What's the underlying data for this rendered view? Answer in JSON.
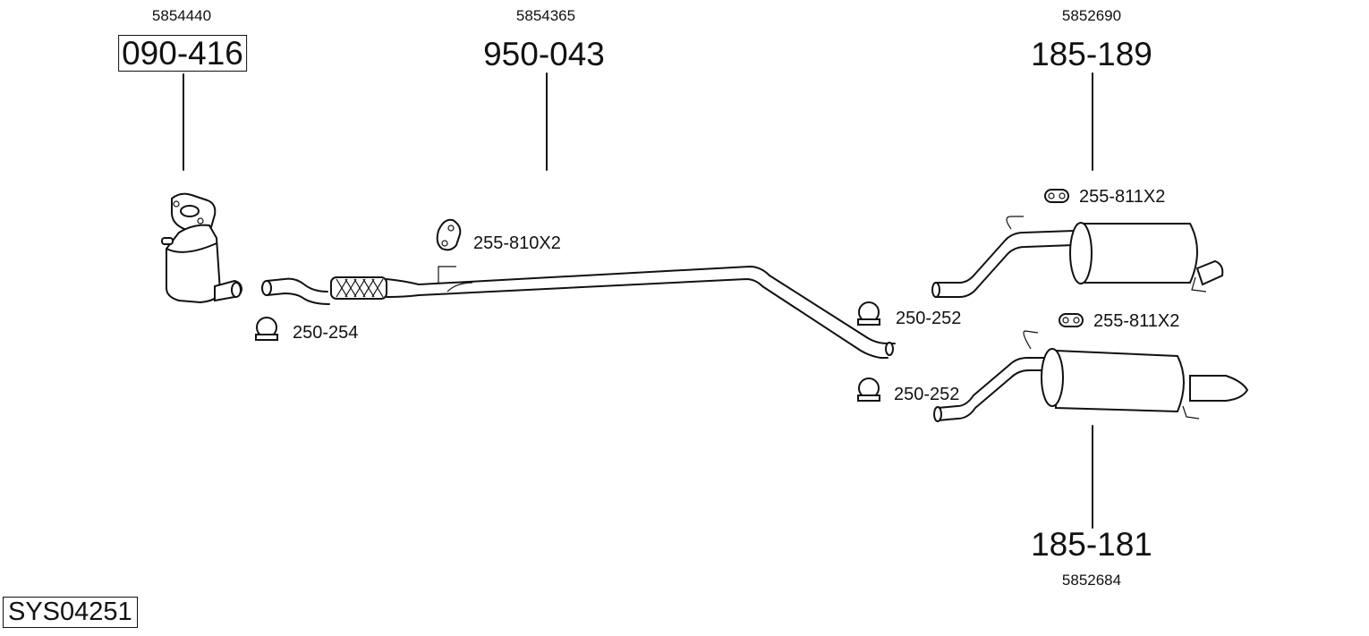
{
  "parts": [
    {
      "oe": "5854440",
      "part": "090-416",
      "boxed": true
    },
    {
      "oe": "5854365",
      "part": "950-043"
    },
    {
      "oe": "5852690",
      "part": "185-189"
    },
    {
      "oe": "5852684",
      "part": "185-181"
    }
  ],
  "accessories": [
    {
      "code": "255-810X2",
      "icon": "rubber-hanger-icon"
    },
    {
      "code": "250-254",
      "icon": "pipe-clamp-icon"
    },
    {
      "code": "250-252",
      "icon": "pipe-clamp-icon"
    },
    {
      "code": "250-252",
      "icon": "pipe-clamp-icon"
    },
    {
      "code": "255-811X2",
      "icon": "rubber-mount-icon"
    },
    {
      "code": "255-811X2",
      "icon": "rubber-mount-icon"
    }
  ],
  "system_id": "SYS04251"
}
